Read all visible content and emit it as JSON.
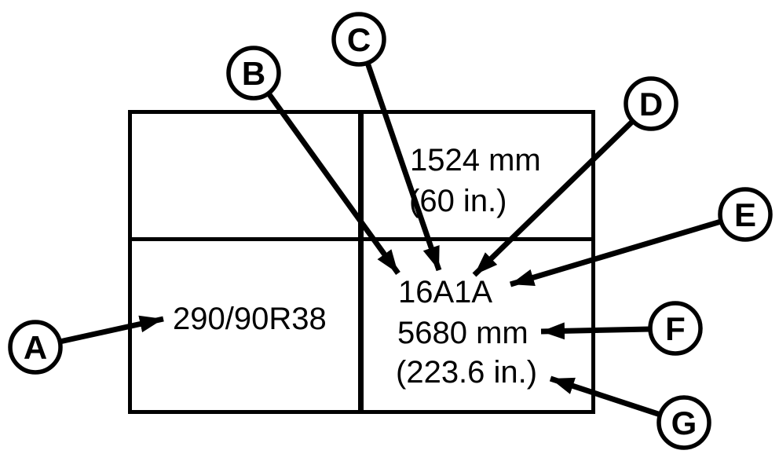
{
  "figure": {
    "ink_color": "#000000",
    "background_color": "#ffffff",
    "table": {
      "cells": {
        "top_right": [
          "1524 mm",
          "(60 in.)"
        ],
        "bottom_left": [
          "290/90R38"
        ],
        "bottom_right": [
          "16A1A",
          "5680 mm",
          "(223.6 in.)"
        ]
      }
    },
    "callouts": [
      {
        "label": "A",
        "points_to": "290/90R38"
      },
      {
        "label": "B",
        "points_to": "16A1A"
      },
      {
        "label": "C",
        "points_to": "16A1A"
      },
      {
        "label": "D",
        "points_to": "16A1A"
      },
      {
        "label": "E",
        "points_to": "16A1A"
      },
      {
        "label": "F",
        "points_to": "5680 mm"
      },
      {
        "label": "G",
        "points_to": "(223.6 in.)"
      }
    ]
  }
}
